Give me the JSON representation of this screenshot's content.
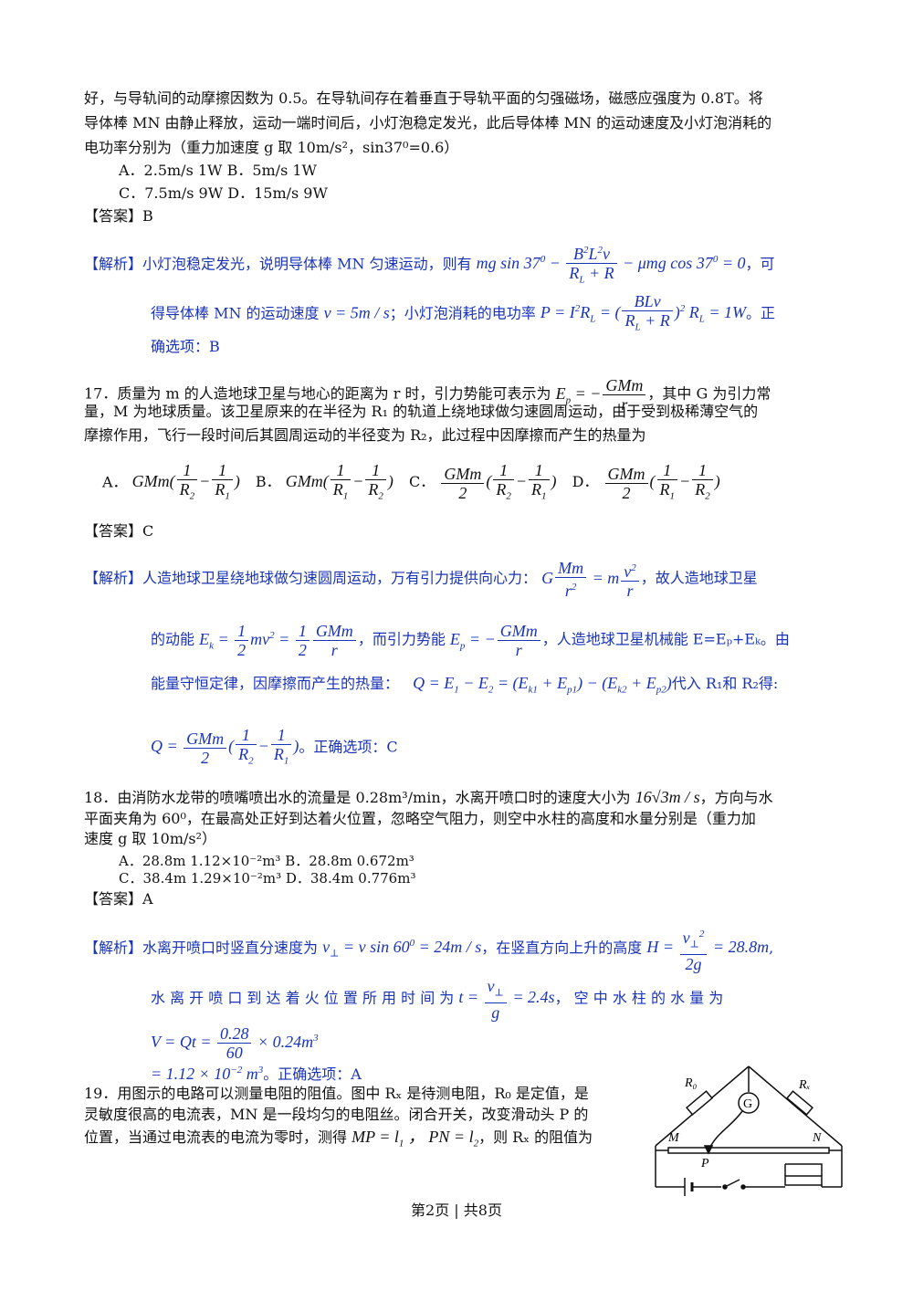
{
  "q16": {
    "line1": "好，与导轨间的动摩擦因数为 0.5。在导轨间存在着垂直于导轨平面的匀强磁场，磁感应强度为 0.8T。将",
    "line2": "导体棒 MN 由静止释放，运动一端时间后，小灯泡稳定发光，此后导体棒 MN 的运动速度及小灯泡消耗的",
    "line3": "电功率分别为（重力加速度 g 取 10m/s²，sin37⁰=0.6）",
    "opt_ab": "A．2.5m/s   1W      B．5m/s   1W",
    "opt_cd": "C．7.5m/s   9W      D．15m/s   9W",
    "answer": "【答案】B",
    "sol_label": "【解析】",
    "sol_t1": "小灯泡稳定发光，说明导体棒 MN 匀速运动，则有",
    "sol_t2": "，可",
    "sol_t3": "得导体棒 MN 的运动速度",
    "sol_t4": "；小灯泡消耗的电功率",
    "sol_t5": "。正",
    "sol_t6": "确选项：B"
  },
  "q17": {
    "stem1": "17．质量为 m 的人造地球卫星与地心的距离为 r 时，引力势能可表示为",
    "stem1b": "，其中 G 为引力常",
    "stem2": "量，M 为地球质量。该卫星原来的在半径为 R₁ 的轨道上绕地球做匀速圆周运动，由于受到极稀薄空气的",
    "stem3": "摩擦作用，飞行一段时间后其圆周运动的半径变为 R₂，此过程中因摩擦而产生的热量为",
    "opt_a": "A．",
    "opt_b": "B．",
    "opt_c": "C．",
    "opt_d": "D．",
    "answer": "【答案】C",
    "sol_label": "【解析】",
    "sol_t1": "人造地球卫星绕地球做匀速圆周运动，万有引力提供向心力：",
    "sol_t2": "，故人造地球卫星",
    "sol_t3": "的动能",
    "sol_t4": "，而引力势能",
    "sol_t5": "，人造地球卫星机械能 E=Eₚ+Eₖ。由",
    "sol_t6": "能量守恒定律，因摩擦而产生的热量：",
    "sol_t7": "代入 R₁和 R₂得:",
    "sol_t8": "。正确选项：C"
  },
  "q18": {
    "stem1": "18．由消防水龙带的喷嘴喷出水的流量是 0.28m³/min，水离开喷口时的速度大小为",
    "stem1b": "，方向与水",
    "stem2": "平面夹角为 60⁰，在最高处正好到达着火位置，忽略空气阻力，则空中水柱的高度和水量分别是（重力加",
    "stem3": "速度 g 取 10m/s²）",
    "opt_ab": "A．28.8m  1.12×10⁻²m³          B．28.8m   0.672m³",
    "opt_cd": "C．38.4m  1.29×10⁻²m³          D．38.4m   0.776m³",
    "answer": "【答案】A",
    "sol_label": "【解析】",
    "sol_t1": "水离开喷口时竖直分速度为",
    "sol_t2": "，在竖直方向上升的高度",
    "sol_t3": "水 离 开 喷 口 到 达 着 火 位 置 所 用 时 间 为",
    "sol_t4": "， 空 中 水 柱 的 水 量 为",
    "sol_t5": "。正确选项：A"
  },
  "q19": {
    "stem1": "19．用图示的电路可以测量电阻的阻值。图中 Rₓ 是待测电阻，R₀ 是定值，是",
    "stem2": "灵敏度很高的电流表，MN 是一段均匀的电阻丝。闭合开关，改变滑动头 P 的",
    "stem3": "位置，当通过电流表的电流为零时，测得",
    "stem3b": "，则 Rₓ 的阻值为",
    "circuit": {
      "r0": "R₀",
      "rx": "Rₓ",
      "g": "G",
      "m": "M",
      "n": "N",
      "p": "P"
    }
  },
  "footer": "第2页 | 共8页"
}
